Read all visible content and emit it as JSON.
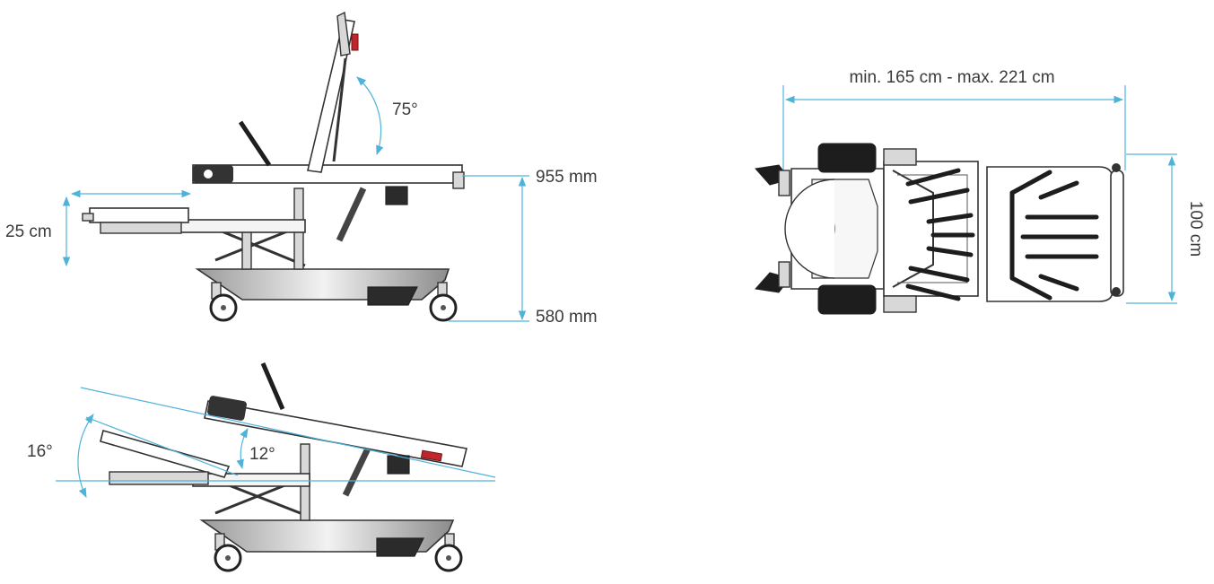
{
  "labels": {
    "backrest_angle": "75°",
    "max_height": "955 mm",
    "min_height": "580 mm",
    "leg_extension": "25 cm",
    "leg_tilt": "16°",
    "seat_tilt": "12°",
    "length_range": "min. 165 cm - max. 221 cm",
    "width": "100 cm"
  },
  "colors": {
    "dimension_line": "#4fb3d9",
    "frame_stroke": "#333333",
    "pad_fill": "#1d1d1d",
    "handle_red": "#c0272d",
    "label_text": "#3a3a3a"
  }
}
